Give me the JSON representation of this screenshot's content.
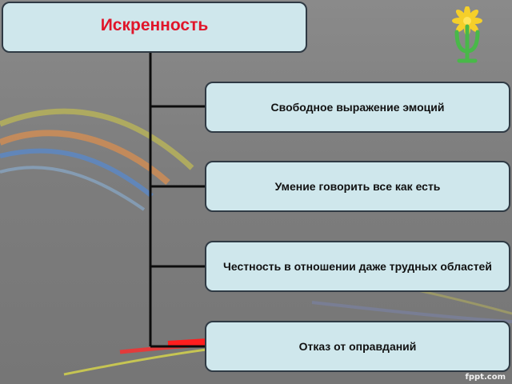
{
  "diagram": {
    "title": "Искренность",
    "items": [
      "Свободное выражение эмоций",
      "Умение говорить все как есть",
      "Честность в отношении даже трудных областей",
      "Отказ от оправданий"
    ]
  },
  "footer": {
    "watermark": "fppt.com"
  },
  "logo": {
    "icon": "psi-flower-icon"
  },
  "colors": {
    "title_text": "#e0152a",
    "box_fill": "#cfe7ec",
    "box_border": "#2f3a44",
    "background": "#7b7b7b"
  }
}
